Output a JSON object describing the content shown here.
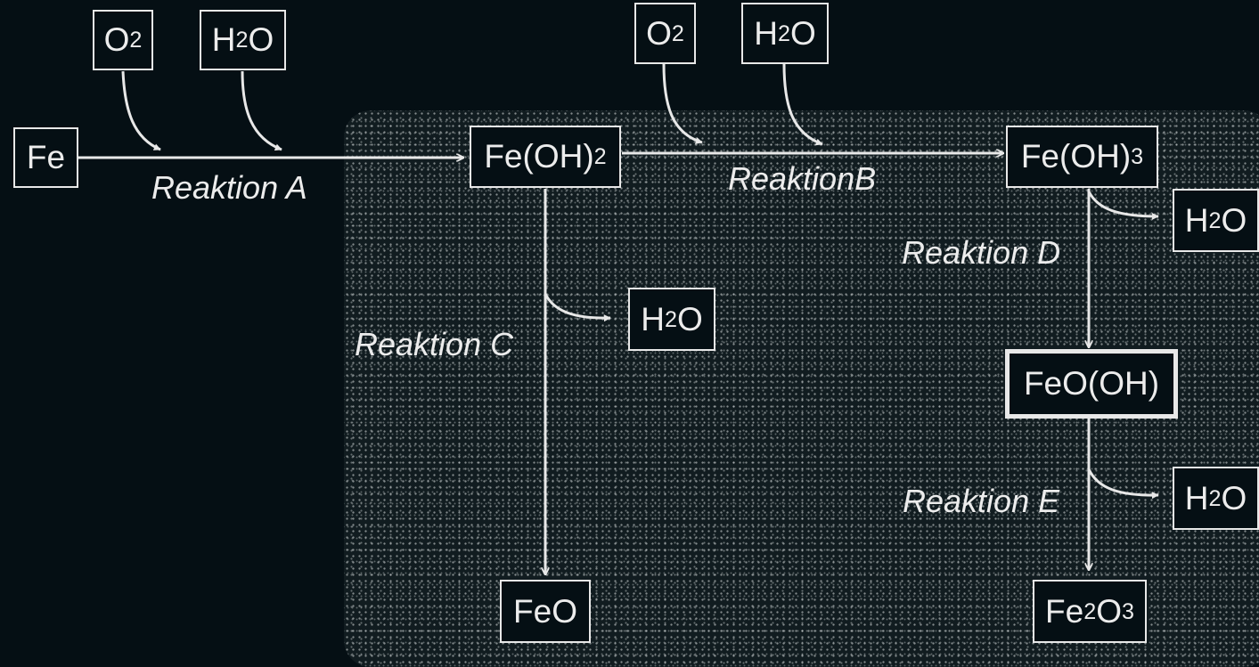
{
  "colors": {
    "background": "#050f14",
    "line": "#e8e8e8",
    "text": "#ececec"
  },
  "nodes": {
    "fe": {
      "text": "Fe"
    },
    "o2_a": {
      "main": "O",
      "sub": "2",
      "tail": ""
    },
    "h2o_a": {
      "main": "H",
      "sub": "2",
      "tail": "O"
    },
    "feoh2": {
      "main": "Fe(OH)",
      "sub": "2",
      "tail": ""
    },
    "o2_b": {
      "main": "O",
      "sub": "2",
      "tail": ""
    },
    "h2o_b": {
      "main": "H",
      "sub": "2",
      "tail": "O"
    },
    "feoh3": {
      "main": "Fe(OH)",
      "sub": "3",
      "tail": ""
    },
    "h2o_d": {
      "main": "H",
      "sub": "2",
      "tail": "O"
    },
    "h2o_c": {
      "main": "H",
      "sub": "2",
      "tail": "O"
    },
    "feooh": {
      "text": "FeO(OH)"
    },
    "h2o_e": {
      "main": "H",
      "sub": "2",
      "tail": "O"
    },
    "feo": {
      "text": "FeO"
    },
    "fe2o3": {
      "main": "Fe",
      "sub": "2",
      "tail": "O",
      "sub2": "3"
    }
  },
  "reactions": {
    "a": "Reaktion A",
    "b": "ReaktionB",
    "c": "Reaktion C",
    "d": "Reaktion D",
    "e": "Reaktion E"
  }
}
